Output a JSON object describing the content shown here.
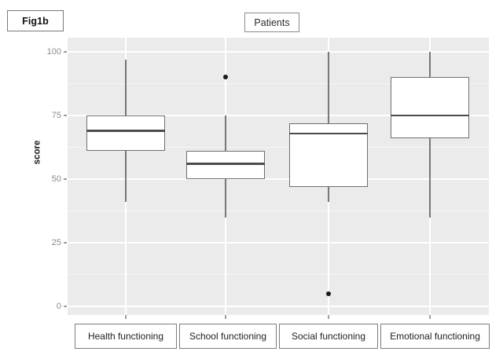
{
  "figure": {
    "label": "Fig1b",
    "title": "Patients"
  },
  "axes": {
    "y_title": "score",
    "y_ticks": [
      "0",
      "25",
      "50",
      "75",
      "100"
    ],
    "x_categories": [
      "Health functioning",
      "School functioning",
      "Social functioning",
      "Emotional functioning"
    ]
  },
  "colors": {
    "panel_background": "#ebebeb",
    "gridline": "#ffffff",
    "box_fill": "#ffffff",
    "box_border": "#6e6e73",
    "median": "#4a4a50",
    "whisker": "#77777c",
    "outlier": "#1a1a1a",
    "label_box_border": "#7d7d7d",
    "tick_label": "#8c8c8c"
  },
  "chart_data": {
    "type": "box",
    "title": "Patients",
    "xlabel": "",
    "ylabel": "score",
    "ylim": [
      0,
      100
    ],
    "y_ticks": [
      0,
      25,
      50,
      75,
      100
    ],
    "grid": true,
    "legend": "none",
    "categories": [
      "Health functioning",
      "School functioning",
      "Social functioning",
      "Emotional functioning"
    ],
    "boxes": [
      {
        "category": "Health functioning",
        "whisker_low": 41,
        "q1": 61,
        "median": 69,
        "q3": 75,
        "whisker_high": 97,
        "outliers": []
      },
      {
        "category": "School functioning",
        "whisker_low": 35,
        "q1": 50,
        "median": 56,
        "q3": 61,
        "whisker_high": 75,
        "outliers": [
          90
        ]
      },
      {
        "category": "Social functioning",
        "whisker_low": 41,
        "q1": 47,
        "median": 68,
        "q3": 72,
        "whisker_high": 100,
        "outliers": [
          5
        ]
      },
      {
        "category": "Emotional functioning",
        "whisker_low": 35,
        "q1": 66,
        "median": 75,
        "q3": 90,
        "whisker_high": 100,
        "outliers": []
      }
    ]
  }
}
